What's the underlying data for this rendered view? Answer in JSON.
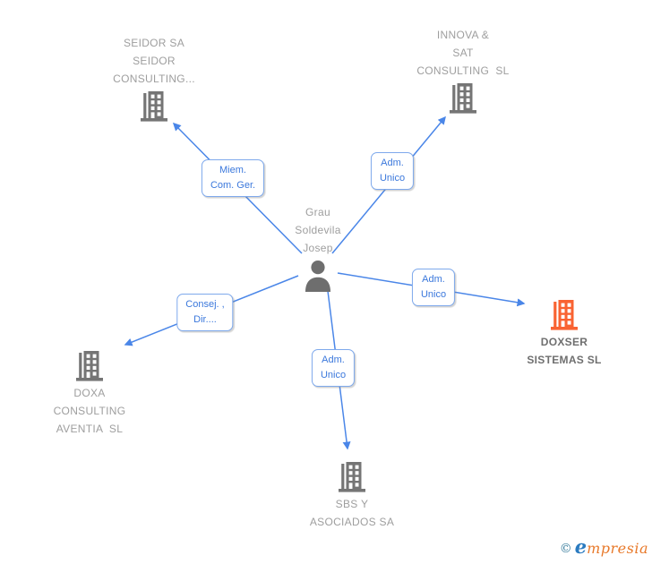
{
  "diagram": {
    "type": "company-person relationship network",
    "person": {
      "lines": [
        "Grau",
        "Soldevila",
        "Josep"
      ]
    },
    "nodes": {
      "seidor": {
        "lines": [
          "SEIDOR SA",
          "SEIDOR",
          "CONSULTING..."
        ]
      },
      "innova": {
        "lines": [
          "INNOVA &",
          "SAT",
          "CONSULTING  SL"
        ]
      },
      "doxser": {
        "lines": [
          "DOXSER",
          "SISTEMAS SL"
        ],
        "highlighted": true
      },
      "doxa": {
        "lines": [
          "DOXA",
          "CONSULTING",
          "AVENTIA  SL"
        ]
      },
      "sbs": {
        "lines": [
          "SBS Y",
          "ASOCIADOS SA"
        ]
      }
    },
    "edges": {
      "miem_com_ger": {
        "lines": [
          "Miem.",
          "Com. Ger."
        ],
        "target": "seidor"
      },
      "adm_unico_top": {
        "lines": [
          "Adm.",
          "Unico"
        ],
        "target": "innova"
      },
      "adm_unico_right": {
        "lines": [
          "Adm.",
          "Unico"
        ],
        "target": "doxser"
      },
      "consej_dir": {
        "lines": [
          "Consej. ,",
          "Dir...."
        ],
        "target": "doxa"
      },
      "adm_unico_bottom": {
        "lines": [
          "Adm.",
          "Unico"
        ],
        "target": "sbs"
      }
    },
    "palette": {
      "edge_blue": "#4a86e8",
      "box_border_blue": "#7ea9ec",
      "box_text_blue": "#3b78dc",
      "icon_gray": "#757575",
      "person_gray": "#6e6e6e",
      "label_gray": "#9e9e9e",
      "highlight_orange": "#f96332",
      "highlight_label_gray": "#6f6f6f",
      "background": "#ffffff"
    }
  },
  "watermark": {
    "copyright": "©",
    "brand_initial": "e",
    "brand_rest": "mpresia",
    "logo_teal": "#3a7e9e",
    "logo_blue": "#2b7bc0",
    "logo_orange": "#e8792a"
  }
}
